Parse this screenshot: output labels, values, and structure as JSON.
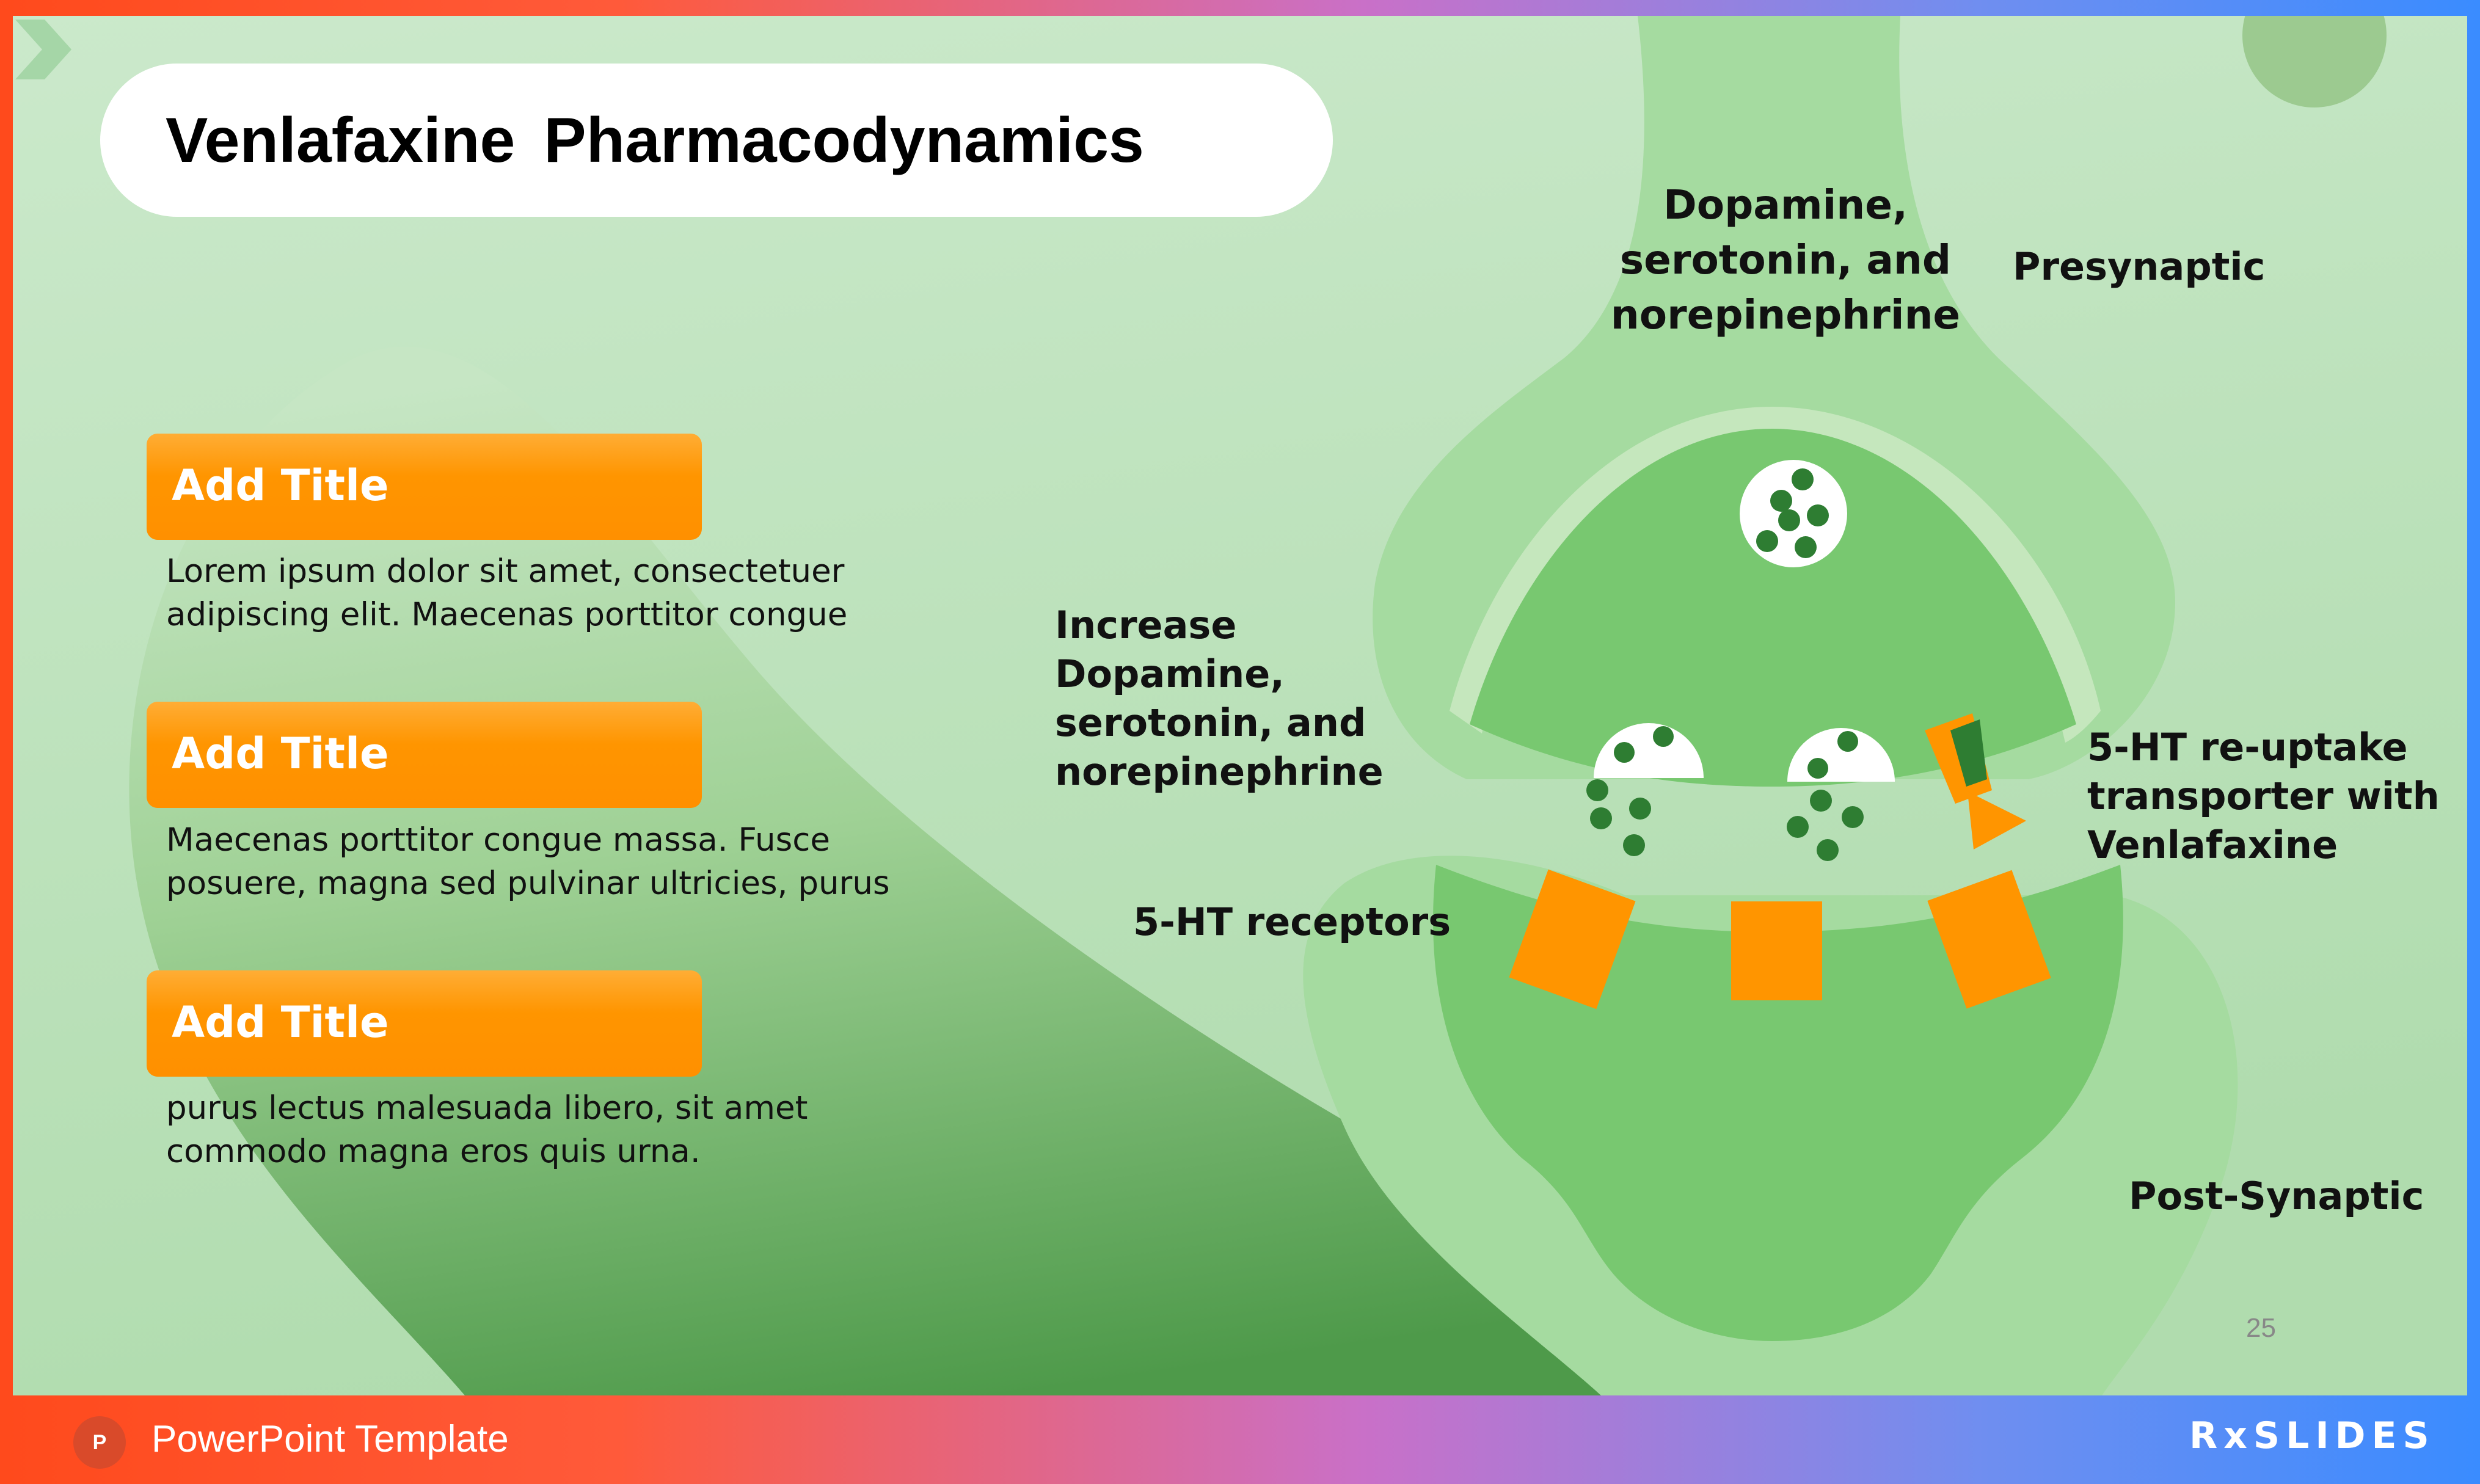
{
  "slide": {
    "title": "Venlafaxine  Pharmacodynamics",
    "page_number": "25"
  },
  "cards": [
    {
      "title": "Add Title",
      "body": "Lorem ipsum dolor sit amet, consectetuer adipiscing elit. Maecenas porttitor congue"
    },
    {
      "title": "Add Title",
      "body": "Maecenas porttitor congue massa. Fusce posuere, magna sed pulvinar ultricies, purus"
    },
    {
      "title": "Add Title",
      "body": "purus lectus malesuada libero, sit amet commodo magna eros quis urna."
    }
  ],
  "diagram": {
    "label_top": "Dopamine, serotonin, and norepinephrine",
    "label_presynaptic": "Presynaptic",
    "label_increase": "Increase Dopamine, serotonin, and norepinephrine",
    "label_reuptake": "5-HT re-uptake transporter with Venlafaxine",
    "label_receptors": "5-HT receptors",
    "label_postsynaptic": "Post-Synaptic"
  },
  "footer": {
    "app_icon_letter": "P",
    "template_label": "PowerPoint Template",
    "brand": "RxSLIDES"
  },
  "colors": {
    "accent_orange": "#ff9500",
    "neuron_green": "#78c870",
    "vesicle_dot": "#2e7d32"
  }
}
